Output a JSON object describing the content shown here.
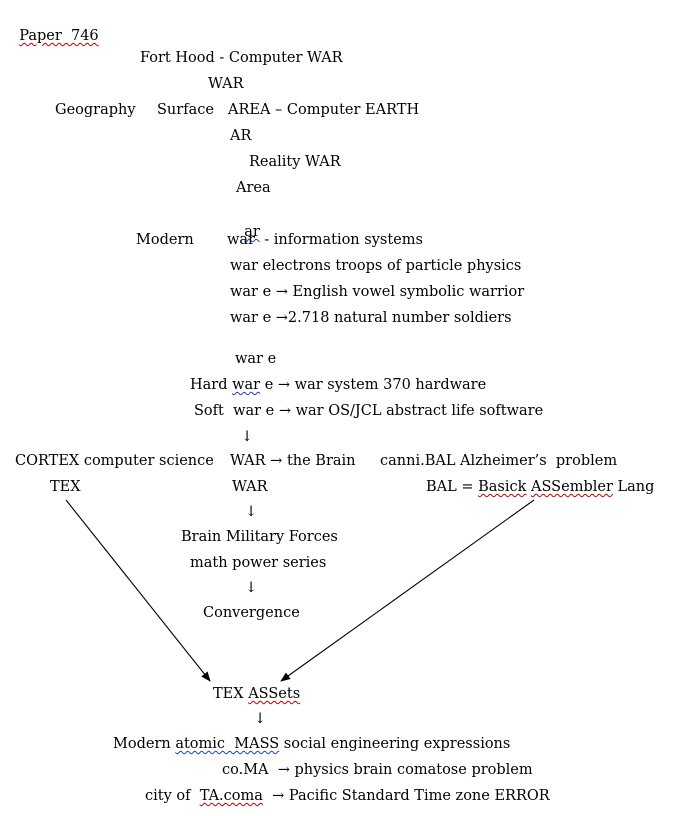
{
  "header": {
    "paper": "Paper  746"
  },
  "block1": {
    "line1": "Fort Hood - Computer WAR",
    "line2": "WAR",
    "line3_left": "Geography",
    "line3_mid": "Surface",
    "line3_right": "AREA – Computer EARTH",
    "line4": "AR",
    "line5": "Reality WAR",
    "line6": "Area",
    "line7": "ar",
    "line8_left": "Modern",
    "line8_right": "war  - information systems",
    "line9": "war electrons troops of particle physics",
    "line10": "war e → English vowel symbolic warrior",
    "line11": "war e →2.718 natural number soldiers"
  },
  "block2": {
    "war_e": "war e",
    "hard_prefix": "Hard ",
    "hard_war": "war",
    "hard_rest": " e → war system 370 hardware",
    "soft": "Soft  war e → war OS/JCL abstract life software",
    "down_arrow_1": "↓",
    "cortex_left": "CORTEX computer science",
    "cortex_mid": "WAR → the Brain",
    "cortex_right": "canni.BAL Alzheimer’s  problem",
    "tex": "TEX",
    "war": "WAR",
    "bal_prefix": "BAL = ",
    "bal_basick": "Basick",
    "bal_space": " ",
    "bal_assembler": "ASSembler",
    "bal_lang": " Lang",
    "down_arrow_2": "↓",
    "brain_forces": "Brain Military Forces",
    "math_series": "math power series",
    "down_arrow_3": "↓",
    "convergence": "Convergence"
  },
  "block3": {
    "tex_prefix": "TEX ",
    "tex_assets": "ASSets",
    "down_arrow_4": "↓",
    "modern_prefix": "Modern ",
    "modern_atomic": "atomic  MASS",
    "modern_rest": " social engineering expressions",
    "coma": "co.MA  → physics brain comatose problem",
    "city_prefix": "city of  ",
    "city_tacoma": "TA.coma",
    "city_rest": "  → Pacific Standard Time zone ERROR"
  }
}
